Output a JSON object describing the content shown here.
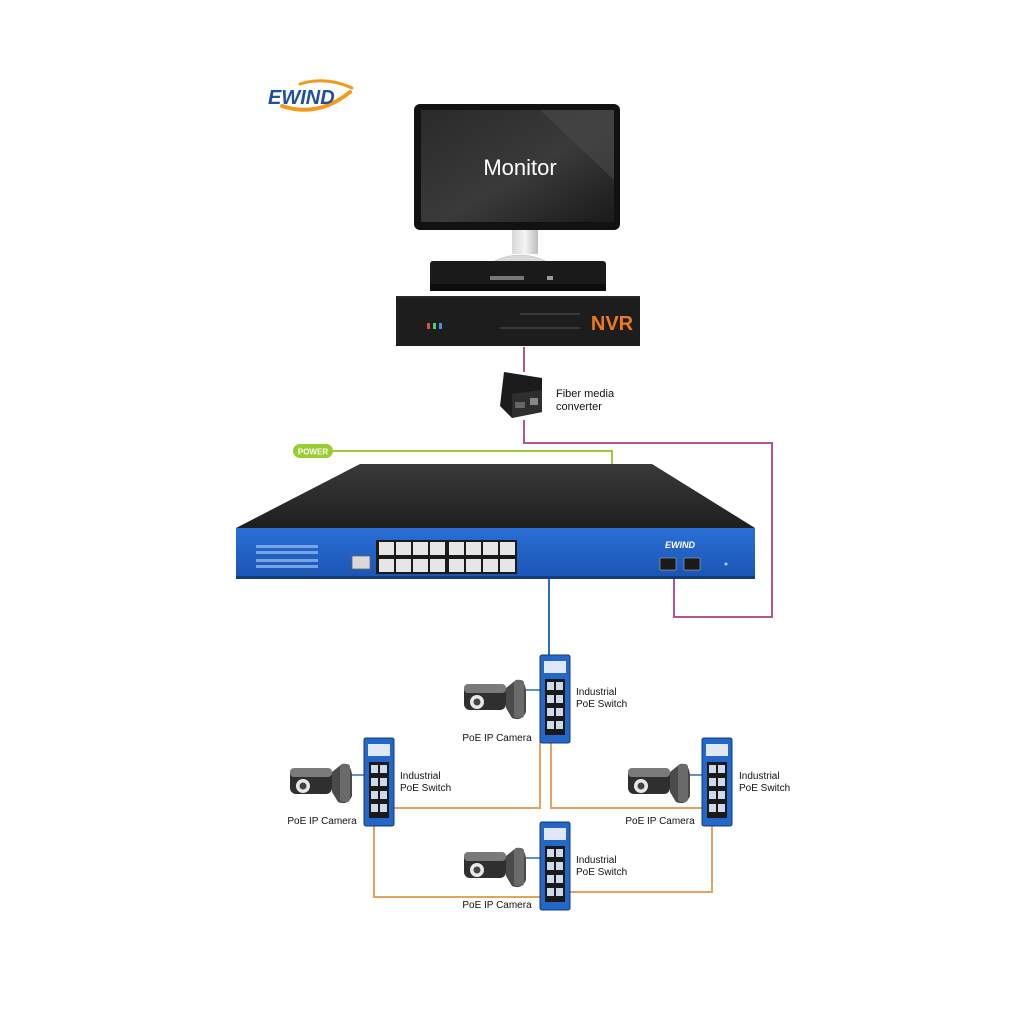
{
  "brand": {
    "logo_text": "EWIND",
    "switch_brand": "EWIND",
    "logo_colors": {
      "text": "#1f4fa0",
      "swoosh": "#f39a1e"
    }
  },
  "monitor": {
    "label": "Monitor"
  },
  "nvr": {
    "label": "NVR",
    "label_color": "#f07a1a"
  },
  "media_converter": {
    "label_line1": "Fiber media",
    "label_line2": "converter"
  },
  "power": {
    "label": "POWER",
    "color": "#9acd32"
  },
  "industrial_switches": [
    {
      "label_line1": "Industrial",
      "label_line2": "PoE Switch"
    },
    {
      "label_line1": "Industrial",
      "label_line2": "PoE Switch"
    },
    {
      "label_line1": "Industrial",
      "label_line2": "PoE Switch"
    },
    {
      "label_line1": "Industrial",
      "label_line2": "PoE Switch"
    }
  ],
  "cameras": [
    {
      "label": "PoE IP Camera"
    },
    {
      "label": "PoE IP Camera"
    },
    {
      "label": "PoE IP Camera"
    },
    {
      "label": "PoE IP Camera"
    }
  ],
  "colors": {
    "fiber_link": "#b0578f",
    "ring_link": "#e4a25e",
    "uplink": "#2c6fb0",
    "switch_blue": "#2566c9",
    "switch_top": "#2b2b2b"
  }
}
